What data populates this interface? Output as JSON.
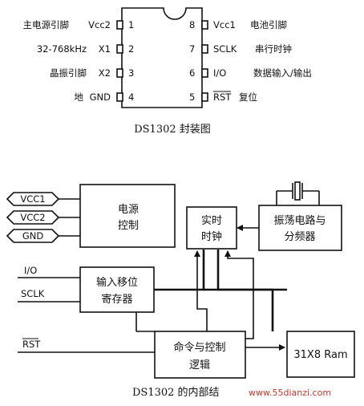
{
  "package": {
    "pins_left": [
      {
        "desc": "主电源引脚",
        "name": "Vcc2",
        "num": "1"
      },
      {
        "desc": "32-768kHz",
        "name": "X1",
        "num": "2"
      },
      {
        "desc": "晶振引脚",
        "name": "X2",
        "num": "3"
      },
      {
        "desc": "地",
        "name": "GND",
        "num": "4"
      }
    ],
    "pins_right": [
      {
        "num": "8",
        "name": "Vcc1",
        "desc": "电池引脚"
      },
      {
        "num": "7",
        "name": "SCLK",
        "desc": "串行时钟"
      },
      {
        "num": "6",
        "name": "I/O",
        "desc": "数据输入/输出"
      },
      {
        "num": "5",
        "name": "RST",
        "desc": "复位"
      }
    ],
    "caption": "DS1302 封装图"
  },
  "block_diagram": {
    "inputs_power": [
      "VCC1",
      "VCC2",
      "GND"
    ],
    "power_block": [
      "电源",
      "控制"
    ],
    "rtc_block": [
      "实时",
      "时钟"
    ],
    "osc_block": [
      "振荡电路与",
      "分频器"
    ],
    "shift_block": [
      "输入移位",
      "寄存器"
    ],
    "cmd_block": [
      "命令与控制",
      "逻辑"
    ],
    "ram_block": "31X8 Ram",
    "signal_io": "I/O",
    "signal_sclk": "SCLK",
    "signal_rst": "RST",
    "caption": "DS1302 的内部结",
    "watermark": "www.55dianzi.com"
  }
}
